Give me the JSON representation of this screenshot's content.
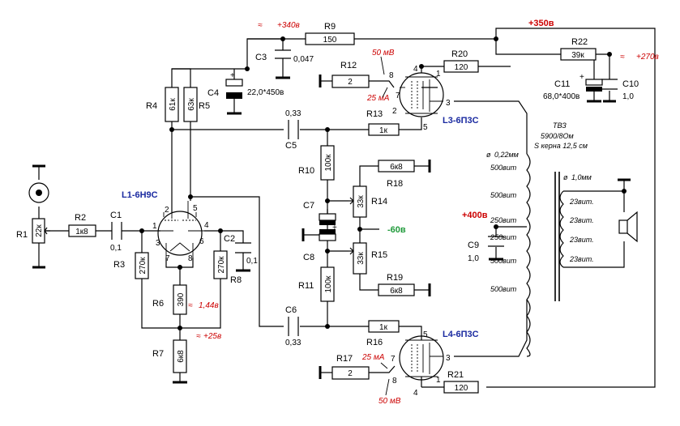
{
  "tubes": {
    "l1": "L1-6Н9С",
    "l3": "L3-6П3С",
    "l4": "L4-6П3С"
  },
  "resistors": {
    "r1": {
      "ref": "R1",
      "value": "22к"
    },
    "r2": {
      "ref": "R2",
      "value": "1к8"
    },
    "r3": {
      "ref": "R3",
      "value": "270к"
    },
    "r4": {
      "ref": "R4",
      "value": "61к"
    },
    "r5": {
      "ref": "R5",
      "value": "63к"
    },
    "r6": {
      "ref": "R6",
      "value": "390"
    },
    "r7": {
      "ref": "R7",
      "value": "6к8"
    },
    "r8": {
      "ref": "R8",
      "value": "270к"
    },
    "r9": {
      "ref": "R9",
      "value": "150"
    },
    "r10": {
      "ref": "R10",
      "value": "100к"
    },
    "r11": {
      "ref": "R11",
      "value": "100к"
    },
    "r12": {
      "ref": "R12",
      "value": "2"
    },
    "r13": {
      "ref": "R13",
      "value": "1к"
    },
    "r14": {
      "ref": "R14",
      "value": "33к"
    },
    "r15": {
      "ref": "R15",
      "value": "33к"
    },
    "r16": {
      "ref": "R16",
      "value": "1к"
    },
    "r17": {
      "ref": "R17",
      "value": "2"
    },
    "r18": {
      "ref": "R18",
      "value": "6к8"
    },
    "r19": {
      "ref": "R19",
      "value": "6к8"
    },
    "r20": {
      "ref": "R20",
      "value": "120"
    },
    "r21": {
      "ref": "R21",
      "value": "120"
    },
    "r22": {
      "ref": "R22",
      "value": "39к"
    }
  },
  "capacitors": {
    "c1": {
      "ref": "C1",
      "value": "0,1"
    },
    "c2": {
      "ref": "C2",
      "value": "0,1"
    },
    "c3": {
      "ref": "C3",
      "value": "0,047"
    },
    "c4": {
      "ref": "C4",
      "value": "22,0*450в"
    },
    "c5": {
      "ref": "C5",
      "value": "0,33"
    },
    "c6": {
      "ref": "C6",
      "value": "0,33"
    },
    "c7": {
      "ref": "C7"
    },
    "c8": {
      "ref": "C8"
    },
    "c9": {
      "ref": "C9",
      "value": "1,0"
    },
    "c10": {
      "ref": "C10",
      "value": "1,0"
    },
    "c11": {
      "ref": "C11",
      "value": "68,0*400в"
    }
  },
  "voltages": {
    "v340": "+340в",
    "v350": "+350в",
    "v270": "+270в",
    "v400": "+400в",
    "vneg60": "-60в",
    "v25": "+25в",
    "v144": "1,44в",
    "mv50_top": "50 мВ",
    "mv50_bot": "50 мВ",
    "ma25_top": "25 мА",
    "ma25_bot": "25 мА"
  },
  "transformer": {
    "ref": "ТВЗ",
    "impedance": "5900/8Ом",
    "core": "S керна 12,5 см",
    "wire_primary": "0,22мм",
    "wire_secondary": "1,0мм",
    "primary_turns": [
      "500вит",
      "500вит",
      "250вит",
      "250вит",
      "500вит",
      "500вит"
    ],
    "secondary_turns": [
      "23вит.",
      "23вит.",
      "23вит.",
      "23вит."
    ]
  },
  "pins": {
    "l1": [
      "1",
      "2",
      "3",
      "4",
      "5",
      "6",
      "7",
      "8"
    ],
    "l3": [
      "1",
      "3",
      "4",
      "5",
      "7",
      "8"
    ],
    "l4": [
      "1",
      "3",
      "4",
      "5",
      "7",
      "8"
    ],
    "l3_extra": [
      "2"
    ]
  }
}
